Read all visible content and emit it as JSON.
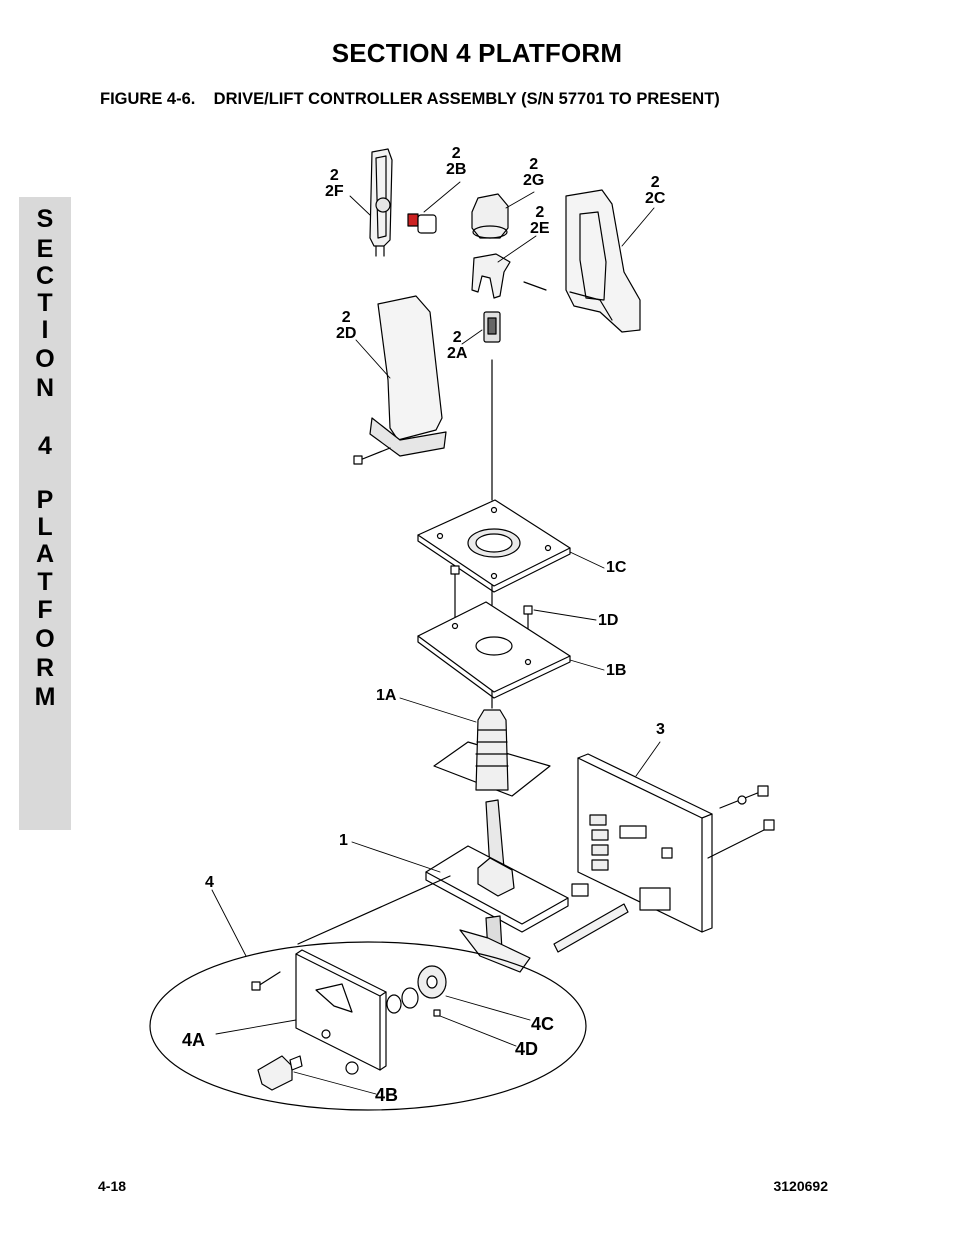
{
  "header": {
    "section_title": "SECTION 4  PLATFORM",
    "figure_title": "FIGURE 4-6.    DRIVE/LIFT CONTROLLER ASSEMBLY (S/N 57701 TO PRESENT)"
  },
  "side_tab": {
    "letters": [
      "S",
      "E",
      "C",
      "T",
      "I",
      "O",
      "N",
      "4",
      "P",
      "L",
      "A",
      "T",
      "F",
      "O",
      "R",
      "M"
    ]
  },
  "callouts": {
    "c_2f": "2\n2F",
    "c_2b": "2\n2B",
    "c_2g": "2\n2G",
    "c_2e": "2\n2E",
    "c_2c": "2\n2C",
    "c_2d": "2\n2D",
    "c_2a": "2\n2A",
    "c_1c": "1C",
    "c_1d": "1D",
    "c_1b": "1B",
    "c_1a": "1A",
    "c_3": "3",
    "c_1": "1",
    "c_4": "4",
    "c_4c": "4C",
    "c_4a": "4A",
    "c_4d": "4D",
    "c_4b": "4B"
  },
  "footer": {
    "page_number": "4-18",
    "doc_number": "3120692"
  }
}
